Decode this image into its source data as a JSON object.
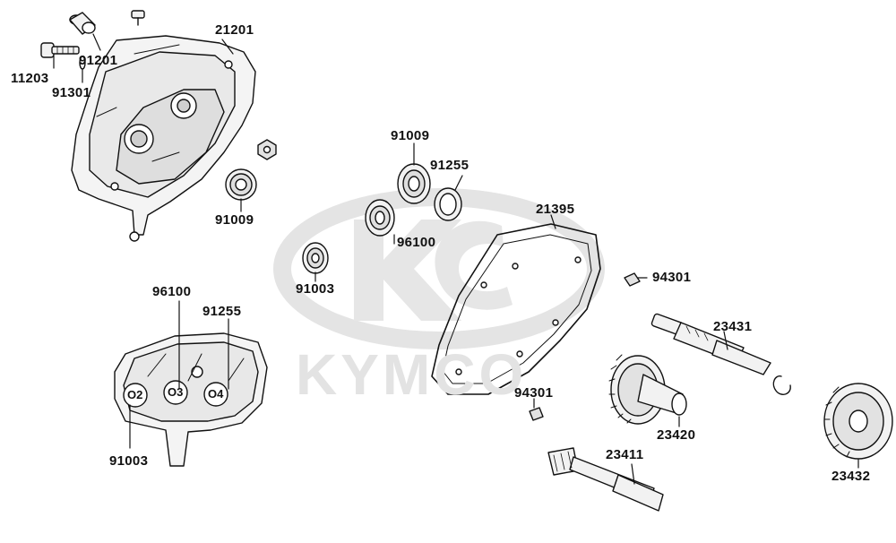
{
  "watermark": {
    "text": "KYMCO",
    "color": "#e3e3e3"
  },
  "colors": {
    "ink": "#111111",
    "part_fill": "#f2f2f2",
    "shade": "#bdbdbd"
  },
  "callouts": [
    {
      "id": "11203",
      "label": "11203"
    },
    {
      "id": "91201",
      "label": "91201"
    },
    {
      "id": "91301",
      "label": "91301"
    },
    {
      "id": "21201",
      "label": "21201"
    },
    {
      "id": "91009a",
      "label": "91009"
    },
    {
      "id": "91009b",
      "label": "91009"
    },
    {
      "id": "91255a",
      "label": "91255"
    },
    {
      "id": "96100a",
      "label": "96100"
    },
    {
      "id": "91003a",
      "label": "91003"
    },
    {
      "id": "21395",
      "label": "21395"
    },
    {
      "id": "94301a",
      "label": "94301"
    },
    {
      "id": "96100b",
      "label": "96100"
    },
    {
      "id": "91255b",
      "label": "91255"
    },
    {
      "id": "91003b",
      "label": "91003"
    },
    {
      "id": "23431",
      "label": "23431"
    },
    {
      "id": "94301b",
      "label": "94301"
    },
    {
      "id": "23420",
      "label": "23420"
    },
    {
      "id": "23411",
      "label": "23411"
    },
    {
      "id": "23432",
      "label": "23432"
    }
  ],
  "bearing_tags": [
    "O2",
    "O3",
    "O4"
  ]
}
